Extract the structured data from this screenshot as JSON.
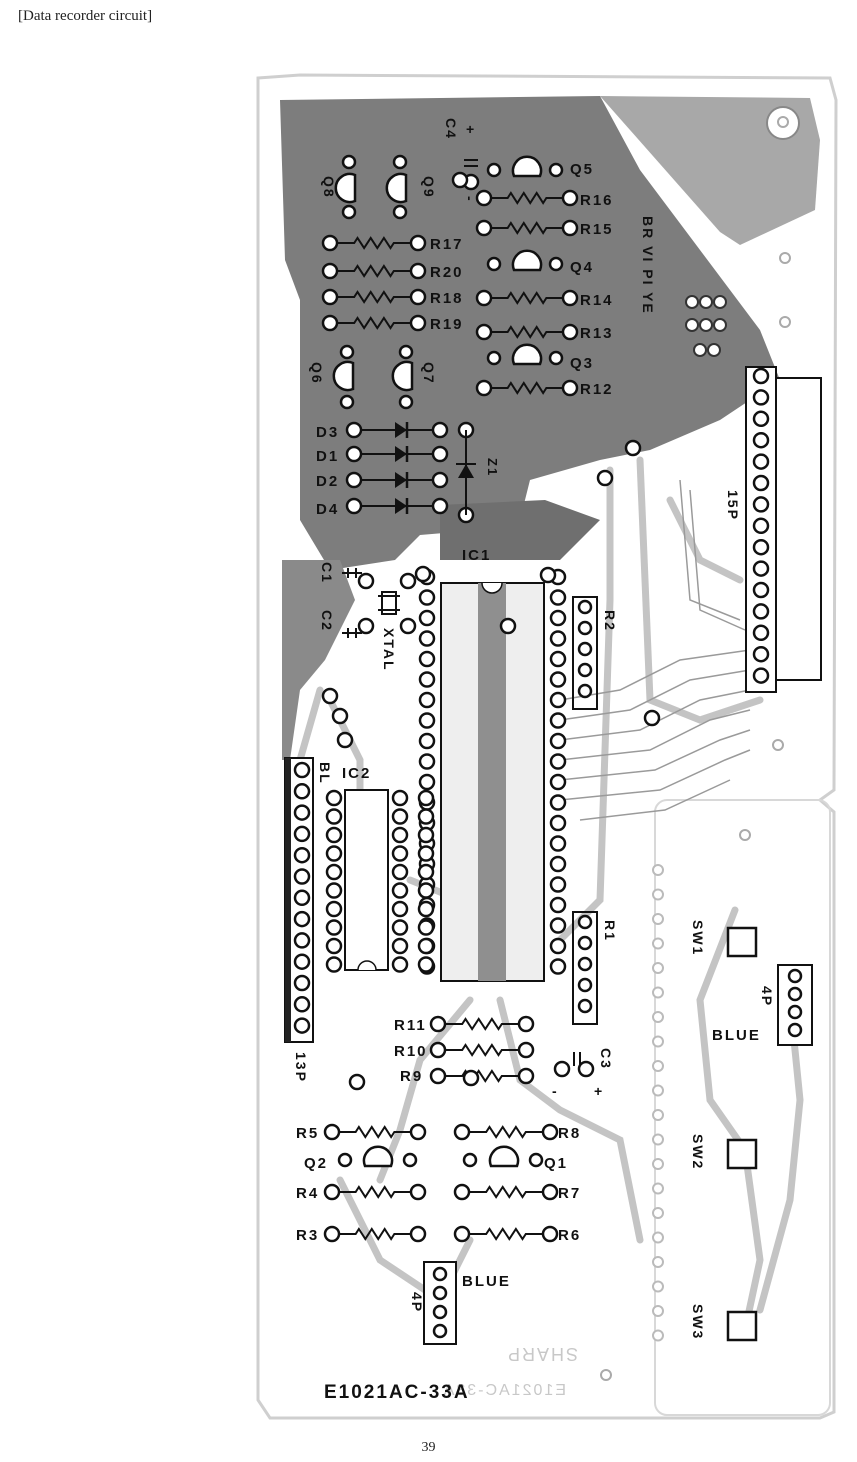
{
  "caption": "[Data recorder circuit]",
  "page_number": "39",
  "board_code": "E1021AC-33A",
  "board_code_mirrored": "E1021AC-33A",
  "brand_mirrored": "SHARP",
  "labels": {
    "c4": "C4",
    "c4_plus": "+",
    "c4_minus": "-",
    "q5": "Q5",
    "q4": "Q4",
    "q3": "Q3",
    "q8": "Q8",
    "q9": "Q9",
    "q6": "Q6",
    "q7": "Q7",
    "r16": "R16",
    "r15": "R15",
    "r14": "R14",
    "r13": "R13",
    "r12": "R12",
    "r17": "R17",
    "r20": "R20",
    "r18": "R18",
    "r19": "R19",
    "d3": "D3",
    "d1": "D1",
    "d2": "D2",
    "d4": "D4",
    "z1": "Z1",
    "br_vi_pi_ye": "BR VI PI YE",
    "ic1": "IC1",
    "ic2": "IC2",
    "c1": "C1",
    "c2": "C2",
    "xtal": "XTAL",
    "r2": "R2",
    "r1": "R1",
    "15p": "15P",
    "13p": "13P",
    "r11": "R11",
    "r10": "R10",
    "r9": "R9",
    "c3": "C3",
    "c3_plus": "+",
    "c3_minus": "-",
    "r5": "R5",
    "r8": "R8",
    "q2": "Q2",
    "q1": "Q1",
    "r4": "R4",
    "r7": "R7",
    "r3": "R3",
    "r6": "R6",
    "blue_lower": "BLUE",
    "4p_lower": "4P",
    "sw1": "SW1",
    "sw2": "SW2",
    "sw3": "SW3",
    "4p_right": "4P",
    "blue_right": "BLUE",
    "bl": "BL"
  }
}
